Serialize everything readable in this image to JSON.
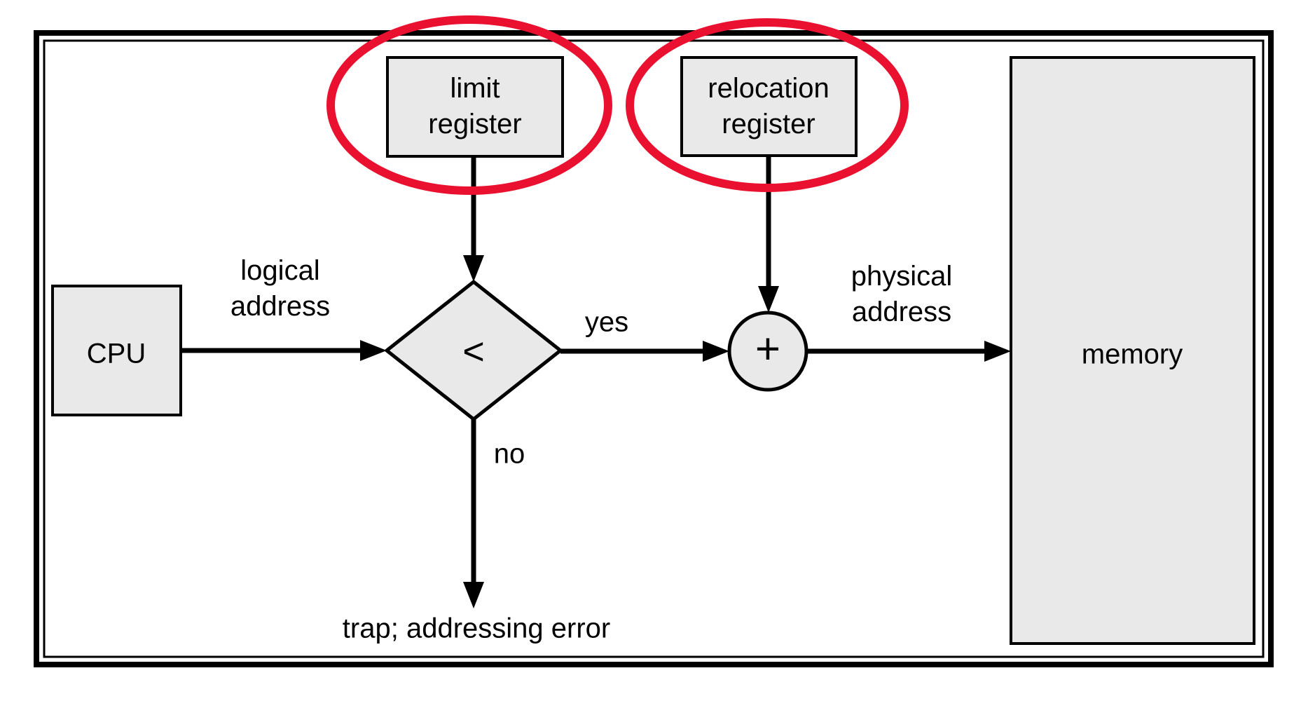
{
  "colors": {
    "background": "#ffffff",
    "box_fill": "#e9e9e9",
    "stroke": "#000000",
    "highlight": "#e9112f"
  },
  "nodes": {
    "cpu": {
      "label": "CPU"
    },
    "limit_register": {
      "label": "limit\nregister"
    },
    "relocation_register": {
      "label": "relocation\nregister"
    },
    "comparator": {
      "label": "<"
    },
    "adder": {
      "label": "+"
    },
    "memory": {
      "label": "memory"
    }
  },
  "labels": {
    "logical_address": "logical\naddress",
    "physical_address": "physical\naddress",
    "yes": "yes",
    "no": "no",
    "trap": "trap; addressing error"
  }
}
